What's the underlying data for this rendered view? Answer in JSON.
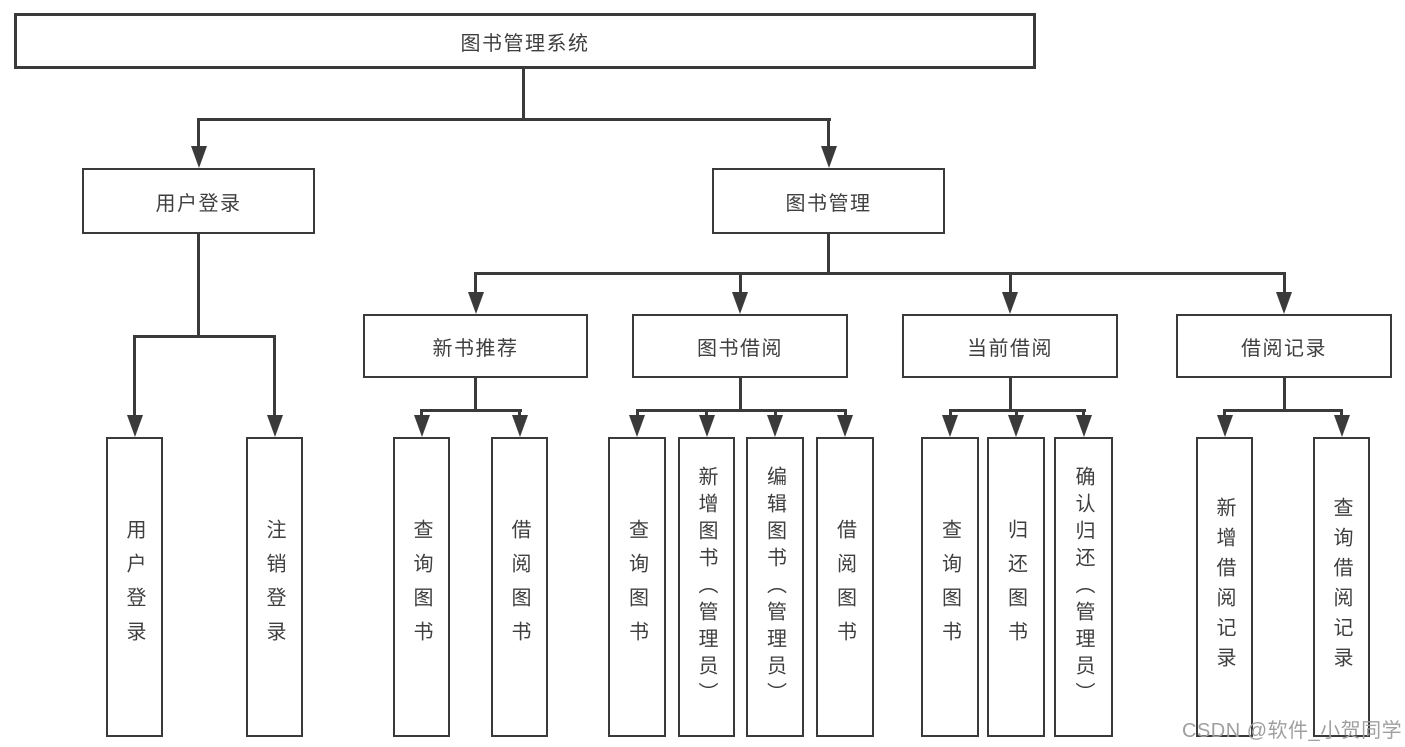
{
  "nodes": {
    "root": "图书管理系统",
    "user_login": "用户登录",
    "book_management": "图书管理",
    "new_book_recommend": "新书推荐",
    "book_borrowing": "图书借阅",
    "current_borrowing": "当前借阅",
    "borrowing_records": "借阅记录",
    "leaf_user_login": "用户登录",
    "leaf_logout": "注销登录",
    "leaf_query_books_1": "查询图书",
    "leaf_borrow_books_1": "借阅图书",
    "leaf_query_books_2": "查询图书",
    "leaf_add_books_admin": "新增图书（管理员）",
    "leaf_edit_books_admin": "编辑图书（管理员）",
    "leaf_borrow_books_2": "借阅图书",
    "leaf_query_books_3": "查询图书",
    "leaf_return_books": "归还图书",
    "leaf_confirm_return_admin": "确认归还（管理员）",
    "leaf_add_borrow_record": "新增借阅记录",
    "leaf_query_borrow_record": "查询借阅记录"
  },
  "edges": [
    {
      "from": "图书管理系统",
      "to": [
        "用户登录",
        "图书管理"
      ]
    },
    {
      "from": "用户登录",
      "to": [
        "用户登录",
        "注销登录"
      ]
    },
    {
      "from": "图书管理",
      "to": [
        "新书推荐",
        "图书借阅",
        "当前借阅",
        "借阅记录"
      ]
    },
    {
      "from": "新书推荐",
      "to": [
        "查询图书",
        "借阅图书"
      ]
    },
    {
      "from": "图书借阅",
      "to": [
        "查询图书",
        "新增图书（管理员）",
        "编辑图书（管理员）",
        "借阅图书"
      ]
    },
    {
      "from": "当前借阅",
      "to": [
        "查询图书",
        "归还图书",
        "确认归还（管理员）"
      ]
    },
    {
      "from": "借阅记录",
      "to": [
        "新增借阅记录",
        "查询借阅记录"
      ]
    }
  ],
  "watermark": "CSDN @软件_小贺同学",
  "colors": {
    "line": "#3a3a3a",
    "text": "#3f3f3f",
    "watermark": "#9f9f9f",
    "background": "#ffffff"
  }
}
